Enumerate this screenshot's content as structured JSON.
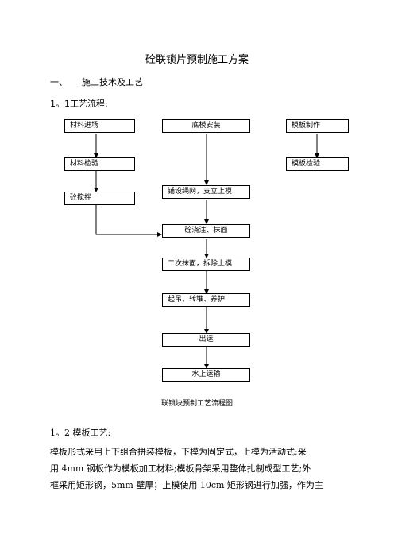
{
  "document": {
    "title": "砼联锁片预制施工方案",
    "section1_num": "一、",
    "section1_title": "施工技术及工艺",
    "sub1_num": "1。1",
    "sub1_title": "工艺流程:",
    "flow": {
      "b1": "材料进场",
      "b2": "底模安装",
      "b3": "模板制作",
      "b4": "材料检验",
      "b5": "模板检验",
      "b6": "铺设绳网，支立上模",
      "b7": "砼搅拌",
      "b8": "砼浇注、抹面",
      "b9": "二次抹面，拆除上模",
      "b10": "起吊、转堆、养护",
      "b11": "出运",
      "b12": "水上运输"
    },
    "caption": "联锁块预制工艺流程图",
    "sub2": "1。2 模板工艺:",
    "paragraph": [
      "模板形式采用上下组合拼装模板，下模为固定式，上模为活动式;采",
      "用 4mm 钢板作为模板加工材料;模板骨架采用整体扎制成型工艺;外",
      "框采用矩形钢，5mm 壁厚；上模使用 10cm 矩形钢进行加强，作为主"
    ]
  }
}
